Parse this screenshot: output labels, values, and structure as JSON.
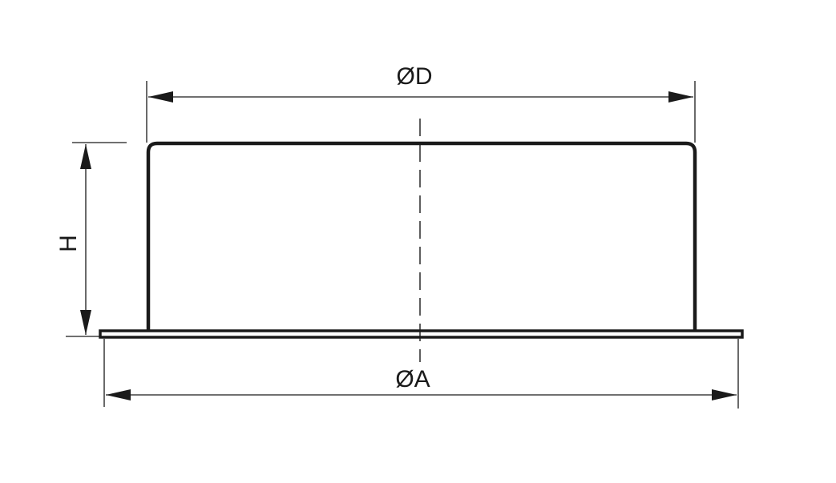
{
  "dimensions": {
    "diameter_top": "ØD",
    "height": "H",
    "diameter_base": "ØA"
  }
}
